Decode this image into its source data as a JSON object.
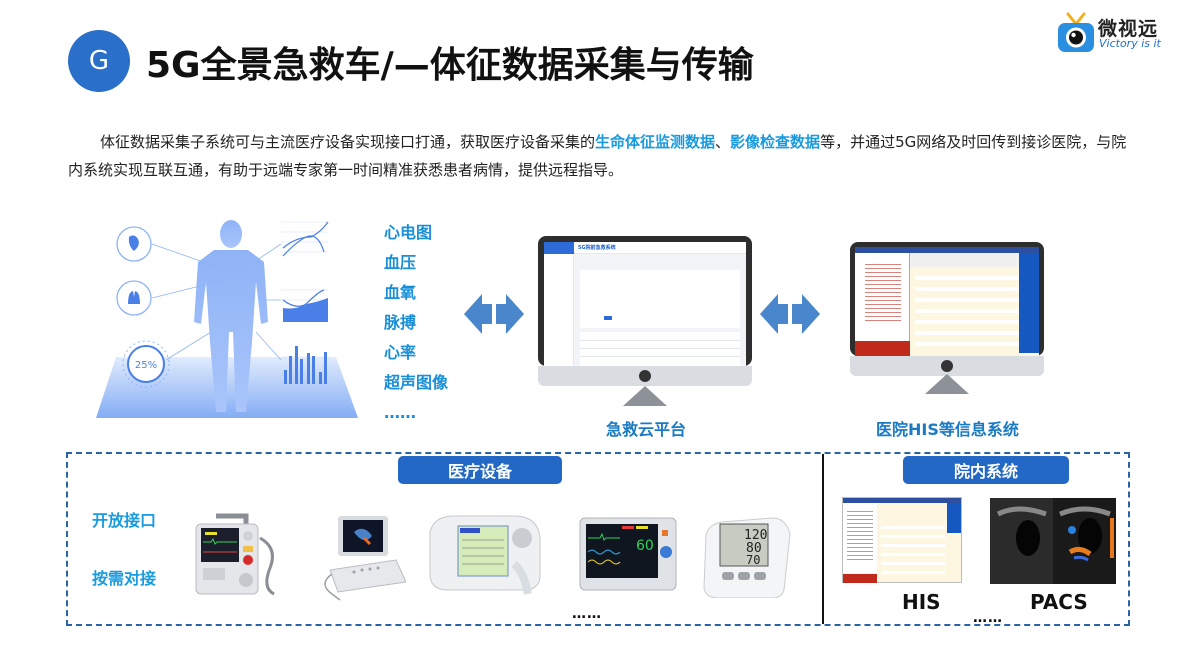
{
  "header": {
    "badge_letter": "G",
    "title": "5G全景急救车/—体征数据采集与传输"
  },
  "logo": {
    "name": "微视远",
    "slogan": "Victory is it"
  },
  "intro": {
    "part1": "体征数据采集子系统可与主流医疗设备实现接口打通，获取医疗设备采集的",
    "highlight1": "生命体征监测数据",
    "sep": "、",
    "highlight2": "影像检查数据",
    "part2": "等，并通过5G网络及时回传到接诊医院，与院内系统实现互联互通，有助于远端专家第一时间精准获悉患者病情，提供远程指导。"
  },
  "body_figure": {
    "gauge_value": "25%"
  },
  "vitals": [
    "心电图",
    "血压",
    "血氧",
    "脉搏",
    "心率",
    "超声图像",
    "……"
  ],
  "platform": {
    "app_title": "5G院前急救系统",
    "caption": "急救云平台"
  },
  "his_system": {
    "caption": "医院HIS等信息系统"
  },
  "bottom": {
    "devices_pill": "医疗设备",
    "hospital_pill": "院内系统",
    "side_labels": [
      "开放接口",
      "按需对接"
    ],
    "devices": [
      "defibrillator-monitor",
      "portable-ultrasound",
      "ventilator",
      "patient-monitor",
      "blood-pressure-monitor"
    ],
    "monitor_readings": {
      "hr": "60"
    },
    "bp_readings": {
      "sys": "120",
      "dia": "80",
      "pulse": "70"
    },
    "devices_more": "……",
    "systems": [
      {
        "label": "HIS"
      },
      {
        "label": "PACS"
      }
    ],
    "systems_more": "……"
  },
  "colors": {
    "primary_blue": "#2268c4",
    "highlight_blue": "#1a9be0",
    "caption_blue": "#1a7ac4",
    "arrow_blue": "#4a86cc"
  }
}
